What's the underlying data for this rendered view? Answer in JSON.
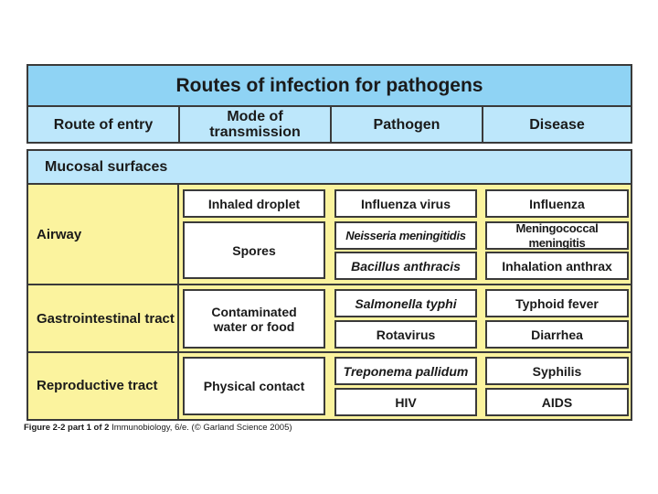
{
  "table": {
    "title": "Routes of infection for pathogens",
    "headers": [
      "Route of entry",
      "Mode of\ntransmission",
      "Pathogen",
      "Disease"
    ],
    "section": "Mucosal surfaces",
    "routes": [
      {
        "label": "Airway",
        "modes": [
          "Inhaled droplet",
          "Spores"
        ],
        "pathogens": [
          "Influenza virus",
          "Neisseria meningitidis",
          "Bacillus anthracis"
        ],
        "diseases": [
          "Influenza",
          "Meningococcal meningitis",
          "Inhalation anthrax"
        ]
      },
      {
        "label": "Gastrointestinal tract",
        "modes": [
          "Contaminated\nwater or food"
        ],
        "pathogens": [
          "Salmonella typhi",
          "Rotavirus"
        ],
        "diseases": [
          "Typhoid fever",
          "Diarrhea"
        ]
      },
      {
        "label": "Reproductive tract",
        "modes": [
          "Physical contact"
        ],
        "pathogens": [
          "Treponema pallidum",
          "HIV"
        ],
        "diseases": [
          "Syphilis",
          "AIDS"
        ]
      }
    ]
  },
  "caption": {
    "figure": "Figure 2-2 part 1 of 2",
    "source": "Immunobiology, 6/e. (© Garland Science 2005)"
  }
}
